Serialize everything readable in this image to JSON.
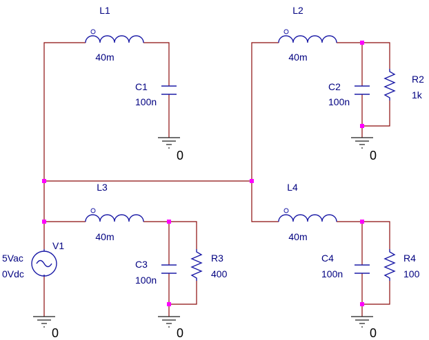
{
  "diagram": {
    "inductors": [
      {
        "id": "L1",
        "value": "40m"
      },
      {
        "id": "L2",
        "value": "40m"
      },
      {
        "id": "L3",
        "value": "40m"
      },
      {
        "id": "L4",
        "value": "40m"
      }
    ],
    "capacitors": [
      {
        "id": "C1",
        "value": "100n"
      },
      {
        "id": "C2",
        "value": "100n"
      },
      {
        "id": "C3",
        "value": "100n"
      },
      {
        "id": "C4",
        "value": "100n"
      }
    ],
    "resistors": [
      {
        "id": "R2",
        "value": "1k"
      },
      {
        "id": "R3",
        "value": "400"
      },
      {
        "id": "R4",
        "value": "100"
      }
    ],
    "source": {
      "id": "V1",
      "ac": "5Vac",
      "dc": "0Vdc"
    },
    "ground_label": "0",
    "colors": {
      "wire": "#8b0a0a",
      "component": "#1a1aa6",
      "node": "#ff00ff",
      "label": "#000080"
    }
  }
}
